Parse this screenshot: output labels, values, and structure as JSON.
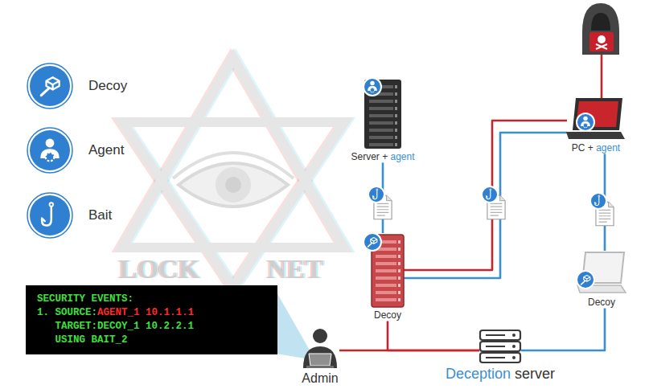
{
  "diagram": {
    "nodes": [
      {
        "text": [
          "Server +",
          "agent"
        ]
      },
      {
        "text": [
          "PC +",
          "agent"
        ]
      },
      {
        "text": [
          "Decoy"
        ]
      },
      {
        "text": [
          "Decoy"
        ]
      },
      {
        "text": [
          "SECURITY EVENTS:",
          "1. SOURCE:",
          "AGENT_1 10.1.1.1",
          "TARGET:DECOY_1 10.2.2.1",
          "USING BAIT_2"
        ]
      },
      {
        "text": [
          "Admin"
        ]
      },
      {
        "text": [
          "Deception",
          "server"
        ]
      }
    ],
    "edges": [
      {
        "from": 0,
        "to": 2,
        "arrow": "none"
      },
      {
        "from": 2,
        "to": 1,
        "arrow": "none"
      },
      {
        "from": 2,
        "to": 1,
        "arrow": "none"
      },
      {
        "from": 1,
        "to": 3,
        "arrow": "none"
      },
      {
        "from": 2,
        "to": 6,
        "arrow": "none"
      },
      {
        "from": 3,
        "to": 6,
        "arrow": "none"
      },
      {
        "from": 5,
        "to": 6,
        "arrow": "none"
      }
    ],
    "labels": [
      "LOCK",
      "NET"
    ],
    "legend": [
      {
        "text": "Decoy"
      },
      {
        "text": "Agent"
      },
      {
        "text": "Bait"
      }
    ]
  }
}
